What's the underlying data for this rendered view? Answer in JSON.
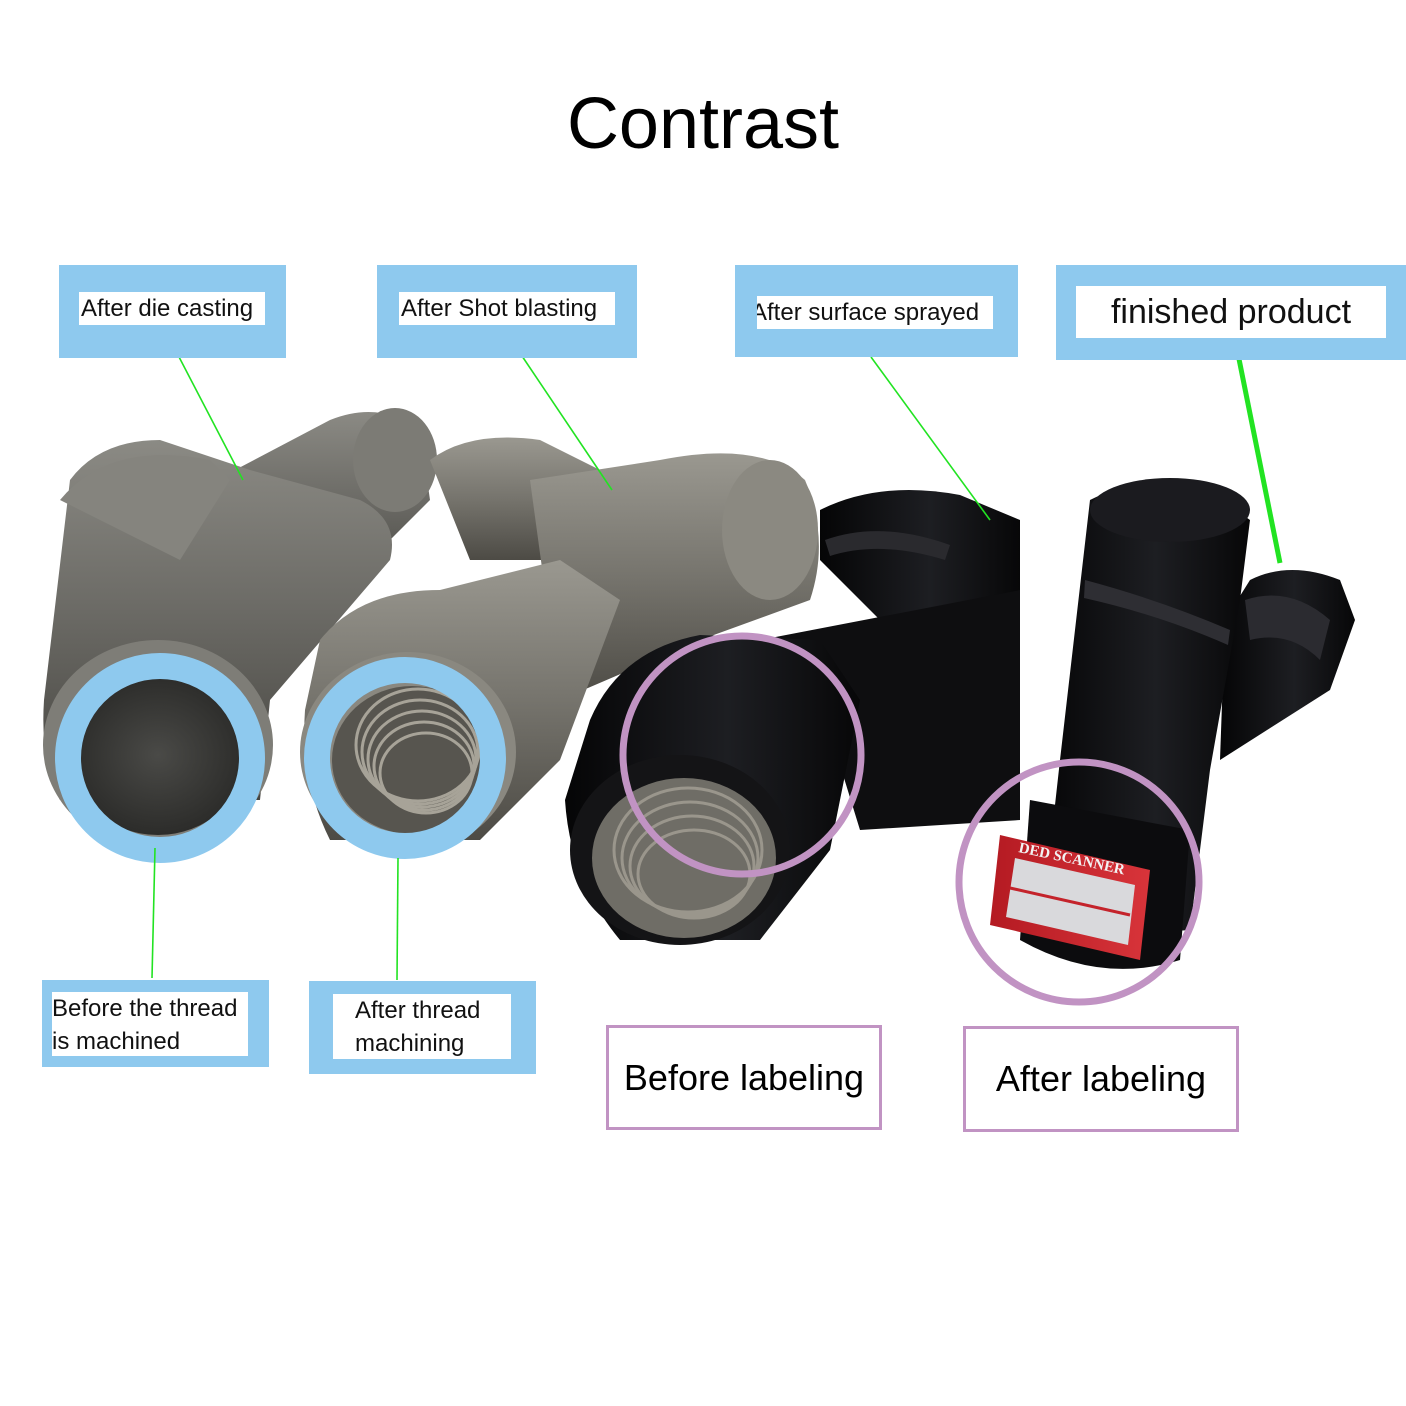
{
  "title": "Contrast",
  "labels": {
    "die_casting": "After die casting",
    "shot_blasting": "After Shot blasting",
    "surface_sprayed": "After surface sprayed",
    "finished_product": "finished product",
    "before_thread": "Before the thread is machined",
    "before_thread_line1": "Before the thread",
    "before_thread_line2": "is machined",
    "after_thread_line1": "After thread",
    "after_thread_line2": "machining",
    "before_labeling": "Before labeling",
    "after_labeling": "After labeling"
  },
  "product_label_text": "DED SCANNER",
  "colors": {
    "label_blue": "#8ec9ee",
    "label_purple": "#c193c3",
    "leader_green": "#22e322",
    "raw_metal": "#6f6f6a",
    "coated_black": "#0b0b0d",
    "tag_red": "#c4232b"
  }
}
